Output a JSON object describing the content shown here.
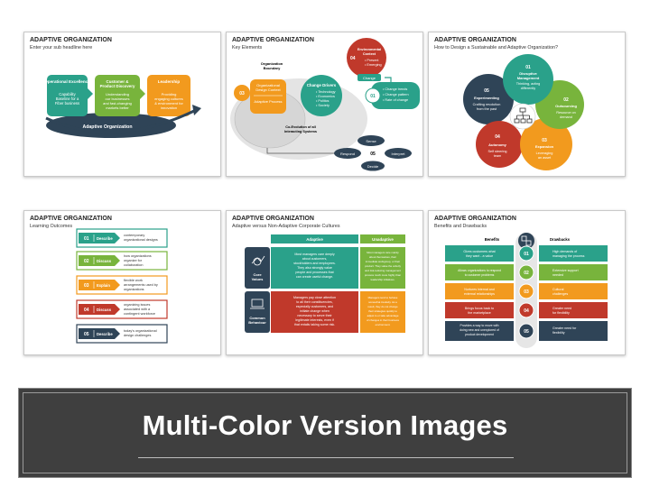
{
  "slides": [
    {
      "title": "ADAPTIVE ORGANIZATION",
      "subtitle": "Enter your sub headline here",
      "boxes": [
        {
          "title": "Operational Excellence",
          "text": [
            "Capability",
            "Baseline for a",
            "Fiber business"
          ],
          "color": "#2aa18a"
        },
        {
          "title": "Customer & Product Discovery",
          "text": [
            "Understanding",
            "our businesses",
            "and fast-changing",
            "markets better"
          ],
          "color": "#78b43c"
        },
        {
          "title": "Leadership",
          "text": [
            "Providing",
            "engaging cultures",
            "& environment for",
            "innovation"
          ],
          "color": "#f29a1e"
        }
      ],
      "base_label": "Adaptive Organization"
    },
    {
      "title": "ADAPTIVE ORGANIZATION",
      "subtitle": "Key Elements",
      "boundary_label": [
        "Organization",
        "Boundary"
      ],
      "left_num": "03",
      "left_items": [
        "Organizational",
        "Design Context",
        "Adaptive Process"
      ],
      "env_num": "04",
      "env_title": [
        "Environmental",
        "Context"
      ],
      "env_items": [
        "Present",
        "Emerging"
      ],
      "change_tag": "Change",
      "drivers_title": "Change Drivers",
      "drivers_items": [
        "Technology",
        "Economics",
        "Politics",
        "Society"
      ],
      "right_num": "01",
      "right_items": [
        "Change trends",
        "Change pattern",
        "Rate of change"
      ],
      "bottom_label": [
        "Co-Evolution of all",
        "Interacting Systems"
      ],
      "cycle_num": "05",
      "cycle_items": [
        "Sense",
        "Respond",
        "Interpret",
        "Decide"
      ]
    },
    {
      "title": "ADAPTIVE ORGANIZATION",
      "subtitle": "How to Design a Sustainable and Adaptive Organization?",
      "petals": [
        {
          "num": "01",
          "title": "Disruptive Management",
          "text": [
            "Thinking, acting",
            "differently"
          ],
          "color": "#2aa18a"
        },
        {
          "num": "02",
          "title": "Outsourcing",
          "text": [
            "Resource on",
            "demand"
          ],
          "color": "#78b43c"
        },
        {
          "num": "03",
          "title": "Expansion",
          "text": [
            "Leveraging",
            "an asset"
          ],
          "color": "#f29a1e"
        },
        {
          "num": "04",
          "title": "Autonomy",
          "text": [
            "Self steering",
            "team"
          ],
          "color": "#c0392b"
        },
        {
          "num": "05",
          "title": "Experimenting",
          "text": [
            "Crafting revolution",
            "from the past"
          ],
          "color": "#2f4457"
        }
      ]
    },
    {
      "title": "ADAPTIVE ORGANIZATION",
      "subtitle": "Learning Outcomes",
      "rows": [
        {
          "num": "01",
          "verb": "Describe",
          "text": [
            "contemporary",
            "organizational designs"
          ],
          "color": "#2aa18a"
        },
        {
          "num": "02",
          "verb": "Discuss",
          "text": [
            "how organizations",
            "organize for",
            "collaboration"
          ],
          "color": "#78b43c"
        },
        {
          "num": "03",
          "verb": "Explain",
          "text": [
            "flexible work",
            "arrangements used by",
            "organizations"
          ],
          "color": "#f29a1e"
        },
        {
          "num": "04",
          "verb": "Discuss",
          "text": [
            "organizing issues",
            "associated with a",
            "contingent workforce"
          ],
          "color": "#c0392b"
        },
        {
          "num": "05",
          "verb": "Describe",
          "text": [
            "today's organizational",
            "design challenges"
          ],
          "color": "#2f4457"
        }
      ]
    },
    {
      "title": "ADAPTIVE ORGANIZATION",
      "subtitle": "Adaptive versus Non-Adaptive Corporate Cultures",
      "col_adaptive": "Adaptive",
      "col_unadaptive": "Unadaptive",
      "row1_label": [
        "Core",
        "Values"
      ],
      "row2_label": [
        "Common",
        "Behaviour"
      ],
      "cell_a1": [
        "Most managers care deeply",
        "about customers,",
        "stockholders and employees.",
        "They also strongly value",
        "people and processes that",
        "can create useful change."
      ],
      "cell_u1": [
        "Most managers care mainly",
        "about themselves, their",
        "immediate workgroup, or their",
        "product. They value the orderly",
        "and risk-reducing management",
        "process much more highly than",
        "leadership initiatives."
      ],
      "cell_a2": [
        "Managers pay close attention",
        "to all their constituencies,",
        "especially customers, and",
        "initiate change when",
        "necessary to serve their",
        "legitimate interests, even if",
        "that entails taking some risk."
      ],
      "cell_u2": [
        "Managers tend to behave",
        "somewhat insularly. As a",
        "result, they do not change",
        "their strategies quickly to",
        "adjust to or take advantage",
        "of changes in their business",
        "environment."
      ]
    },
    {
      "title": "ADAPTIVE ORGANIZATION",
      "subtitle": "Benefits and Drawbacks",
      "col_benefits": "Benefits",
      "col_drawbacks": "Drawbacks",
      "rows": [
        {
          "num": "01",
          "benefit": [
            "Gives customers what",
            "they want - a value"
          ],
          "drawback": [
            "High demands of",
            "managing the process"
          ],
          "color": "#2aa18a"
        },
        {
          "num": "02",
          "benefit": [
            "Allows organizations to respond",
            "to customer problems"
          ],
          "drawback": [
            "Extensive support",
            "needed"
          ],
          "color": "#78b43c"
        },
        {
          "num": "03",
          "benefit": [
            "Nurtures internal and",
            "external relationships"
          ],
          "drawback": [
            "Cultural",
            "challenges"
          ],
          "color": "#f29a1e"
        },
        {
          "num": "04",
          "benefit": [
            "Brings focus back to",
            "the marketplace"
          ],
          "drawback": [
            "Greater need",
            "for flexibility"
          ],
          "color": "#c0392b"
        },
        {
          "num": "05",
          "benefit": [
            "Provides a way to move with",
            "doing new and unexplored of",
            "product development"
          ],
          "drawback": [
            "Greater need for",
            "flexibility"
          ],
          "color": "#2f4457"
        }
      ]
    }
  ],
  "banner": {
    "title": "Multi-Color Version Images"
  },
  "colors": {
    "teal": "#2aa18a",
    "green": "#78b43c",
    "orange": "#f29a1e",
    "red": "#c0392b",
    "navy": "#2f4457",
    "banner": "#3f3f3f"
  }
}
